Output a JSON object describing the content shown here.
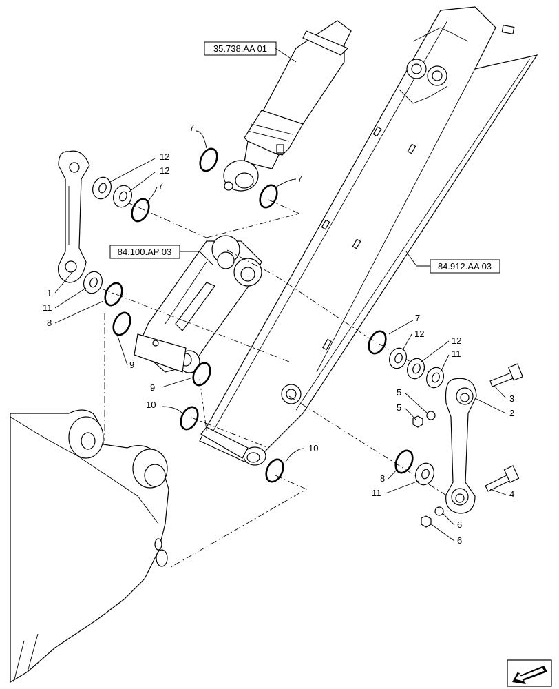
{
  "references": [
    {
      "text": "35.738.AA 01"
    },
    {
      "text": "84.100.AP 03"
    },
    {
      "text": "84.912.AA 03"
    }
  ],
  "callouts": [
    "1",
    "2",
    "3",
    "4",
    "5",
    "5",
    "6",
    "6",
    "7",
    "7",
    "7",
    "7",
    "8",
    "8",
    "9",
    "9",
    "10",
    "10",
    "11",
    "11",
    "12",
    "12",
    "12",
    "12"
  ],
  "icons": {
    "navigation": "previous-view-arrow-icon"
  }
}
